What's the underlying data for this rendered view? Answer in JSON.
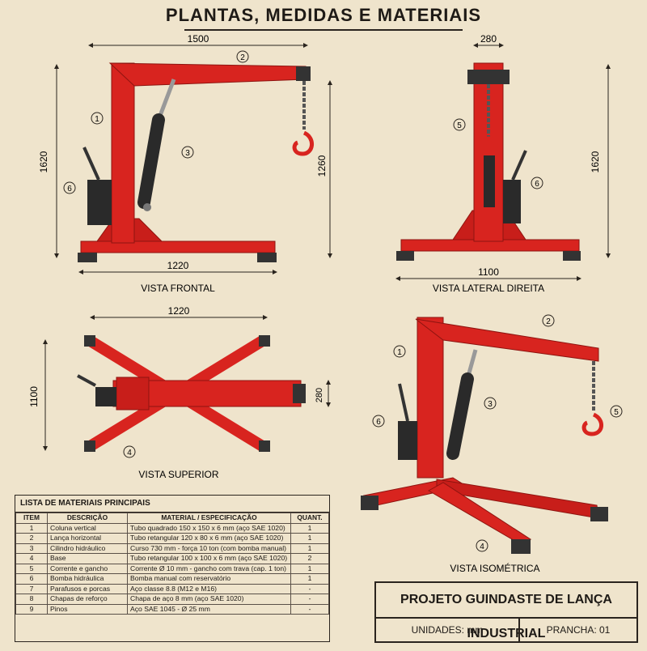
{
  "title": "PLANTAS, MEDIDAS E MATERIAIS",
  "colors": {
    "steel": "#d8241f",
    "steel_dark": "#8e1410",
    "paper": "#efe4cc",
    "ink": "#2a241e",
    "cylinder": "#2a2a2a"
  },
  "views": {
    "front": {
      "label": "VISTA FRONTAL",
      "dim_top": "1500",
      "dim_left": "1620",
      "dim_right": "1260",
      "dim_bottom": "1220"
    },
    "side": {
      "label": "VISTA LATERAL DIREITA",
      "dim_top": "280",
      "dim_right": "1620",
      "dim_bottom": "1100"
    },
    "top": {
      "label": "VISTA SUPERIOR",
      "dim_top": "1220",
      "dim_left": "1100",
      "dim_right": "280"
    },
    "iso": {
      "label": "VISTA ISOMÉTRICA"
    }
  },
  "callouts": {
    "n1": "1",
    "n2": "2",
    "n3": "3",
    "n4": "4",
    "n5": "5",
    "n6": "6"
  },
  "bom": {
    "heading": "LISTA DE MATERIAIS PRINCIPAIS",
    "columns": [
      "ITEM",
      "DESCRIÇÃO",
      "MATERIAL / ESPECIFICAÇÃO",
      "QUANT."
    ],
    "rows": [
      [
        "1",
        "Coluna vertical",
        "Tubo quadrado 150 x 150 x 6 mm (aço SAE 1020)",
        "1"
      ],
      [
        "2",
        "Lança horizontal",
        "Tubo retangular 120 x 80 x 6 mm (aço SAE 1020)",
        "1"
      ],
      [
        "3",
        "Cilindro hidráulico",
        "Curso 730 mm - força 10 ton (com bomba manual)",
        "1"
      ],
      [
        "4",
        "Base",
        "Tubo retangular 100 x 100 x 6 mm (aço SAE 1020)",
        "2"
      ],
      [
        "5",
        "Corrente e gancho",
        "Corrente Ø 10 mm - gancho com trava (cap. 1 ton)",
        "1"
      ],
      [
        "6",
        "Bomba hidráulica",
        "Bomba manual com reservatório",
        "1"
      ],
      [
        "7",
        "Parafusos e porcas",
        "Aço classe 8.8 (M12 e M16)",
        "-"
      ],
      [
        "8",
        "Chapas de reforço",
        "Chapa de aço 8 mm (aço SAE 1020)",
        "-"
      ],
      [
        "9",
        "Pinos",
        "Aço SAE 1045 - Ø 25 mm",
        "-"
      ]
    ]
  },
  "title_block": {
    "project": "PROJETO GUINDASTE DE LANÇA INDUSTRIAL",
    "units": "UNIDADES: mm",
    "sheet": "PRANCHA: 01"
  }
}
